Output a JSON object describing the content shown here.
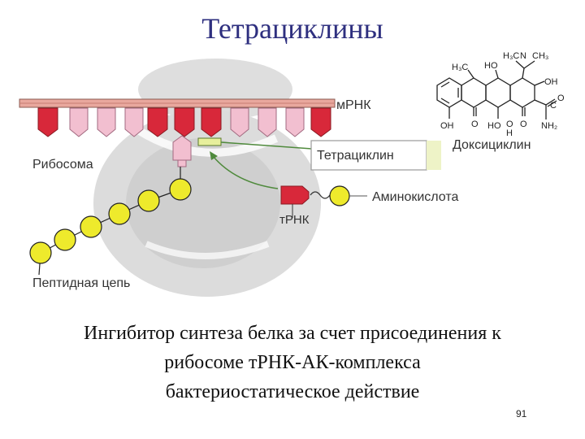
{
  "slide": {
    "title": "Тетрациклины",
    "page_number": "91"
  },
  "diagram": {
    "labels": {
      "mrna": "мРНК",
      "ribosome": "Рибосома",
      "tetracycline": "Тетрациклин",
      "amino_acid": "Аминокислота",
      "trna": "тРНК",
      "peptide_chain": "Пептидная цепь",
      "doxycycline": "Доксициклин"
    },
    "chem_labels": {
      "h3c_1": "H₃C",
      "ho_1": "HO",
      "h3c_2": "H₃C",
      "n": "N",
      "ch3": "CH₃",
      "oh_right": "OH",
      "oh_bottom1": "OH",
      "o_1": "O",
      "ho_bottom": "HO",
      "o_2": "O",
      "h": "H",
      "o_3": "O",
      "o_4": "O",
      "c": "C",
      "nh2": "NH₂"
    },
    "colors": {
      "red": "#d8283a",
      "pink": "#f2bfd0",
      "mrna_bar": "#e9a89e",
      "yellow": "#eeea2c",
      "ribosome_gray": "#dcdcdc",
      "tetra_green": "#b9d45a",
      "arrow_green": "#4f8a3c"
    }
  },
  "caption": {
    "line1": "Ингибитор синтеза белка за счет присоединения к",
    "line2": "рибосоме тРНК-АК-комплекса ",
    "line3": "бактериостатическое действие"
  }
}
